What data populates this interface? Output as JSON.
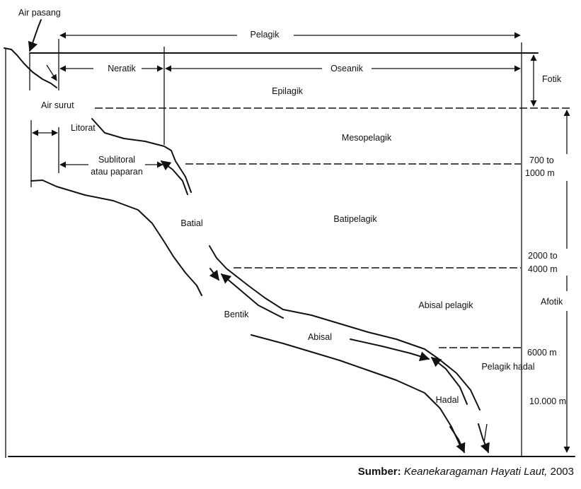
{
  "labels": {
    "air_pasang": "Air pasang",
    "air_surut": "Air surut",
    "pelagik": "Pelagik",
    "neratik": "Neratik",
    "oseanik": "Oseanik",
    "fotik": "Fotik",
    "epilagik": "Epilagik",
    "litorat": "Litorat",
    "mesopelagik": "Mesopelagik",
    "sublitoral_1": "Sublitoral",
    "sublitoral_2": "atau paparan",
    "depth_700_1": "700 to",
    "depth_700_2": "1000 m",
    "batial": "Batial",
    "batipelagik": "Batipelagik",
    "depth_2000_1": "2000 to",
    "depth_2000_2": "4000 m",
    "bentik": "Bentik",
    "abisal_pelagik": "Abisal pelagik",
    "afotik": "Afotik",
    "abisal": "Abisal",
    "depth_6000": "6000 m",
    "pelagik_hadal": "Pelagik hadal",
    "hadal": "Hadal",
    "depth_10000": "10.000 m"
  },
  "source": {
    "label": "Sumber:",
    "title": "Keanekaragaman Hayati Laut,",
    "year": "2003"
  }
}
